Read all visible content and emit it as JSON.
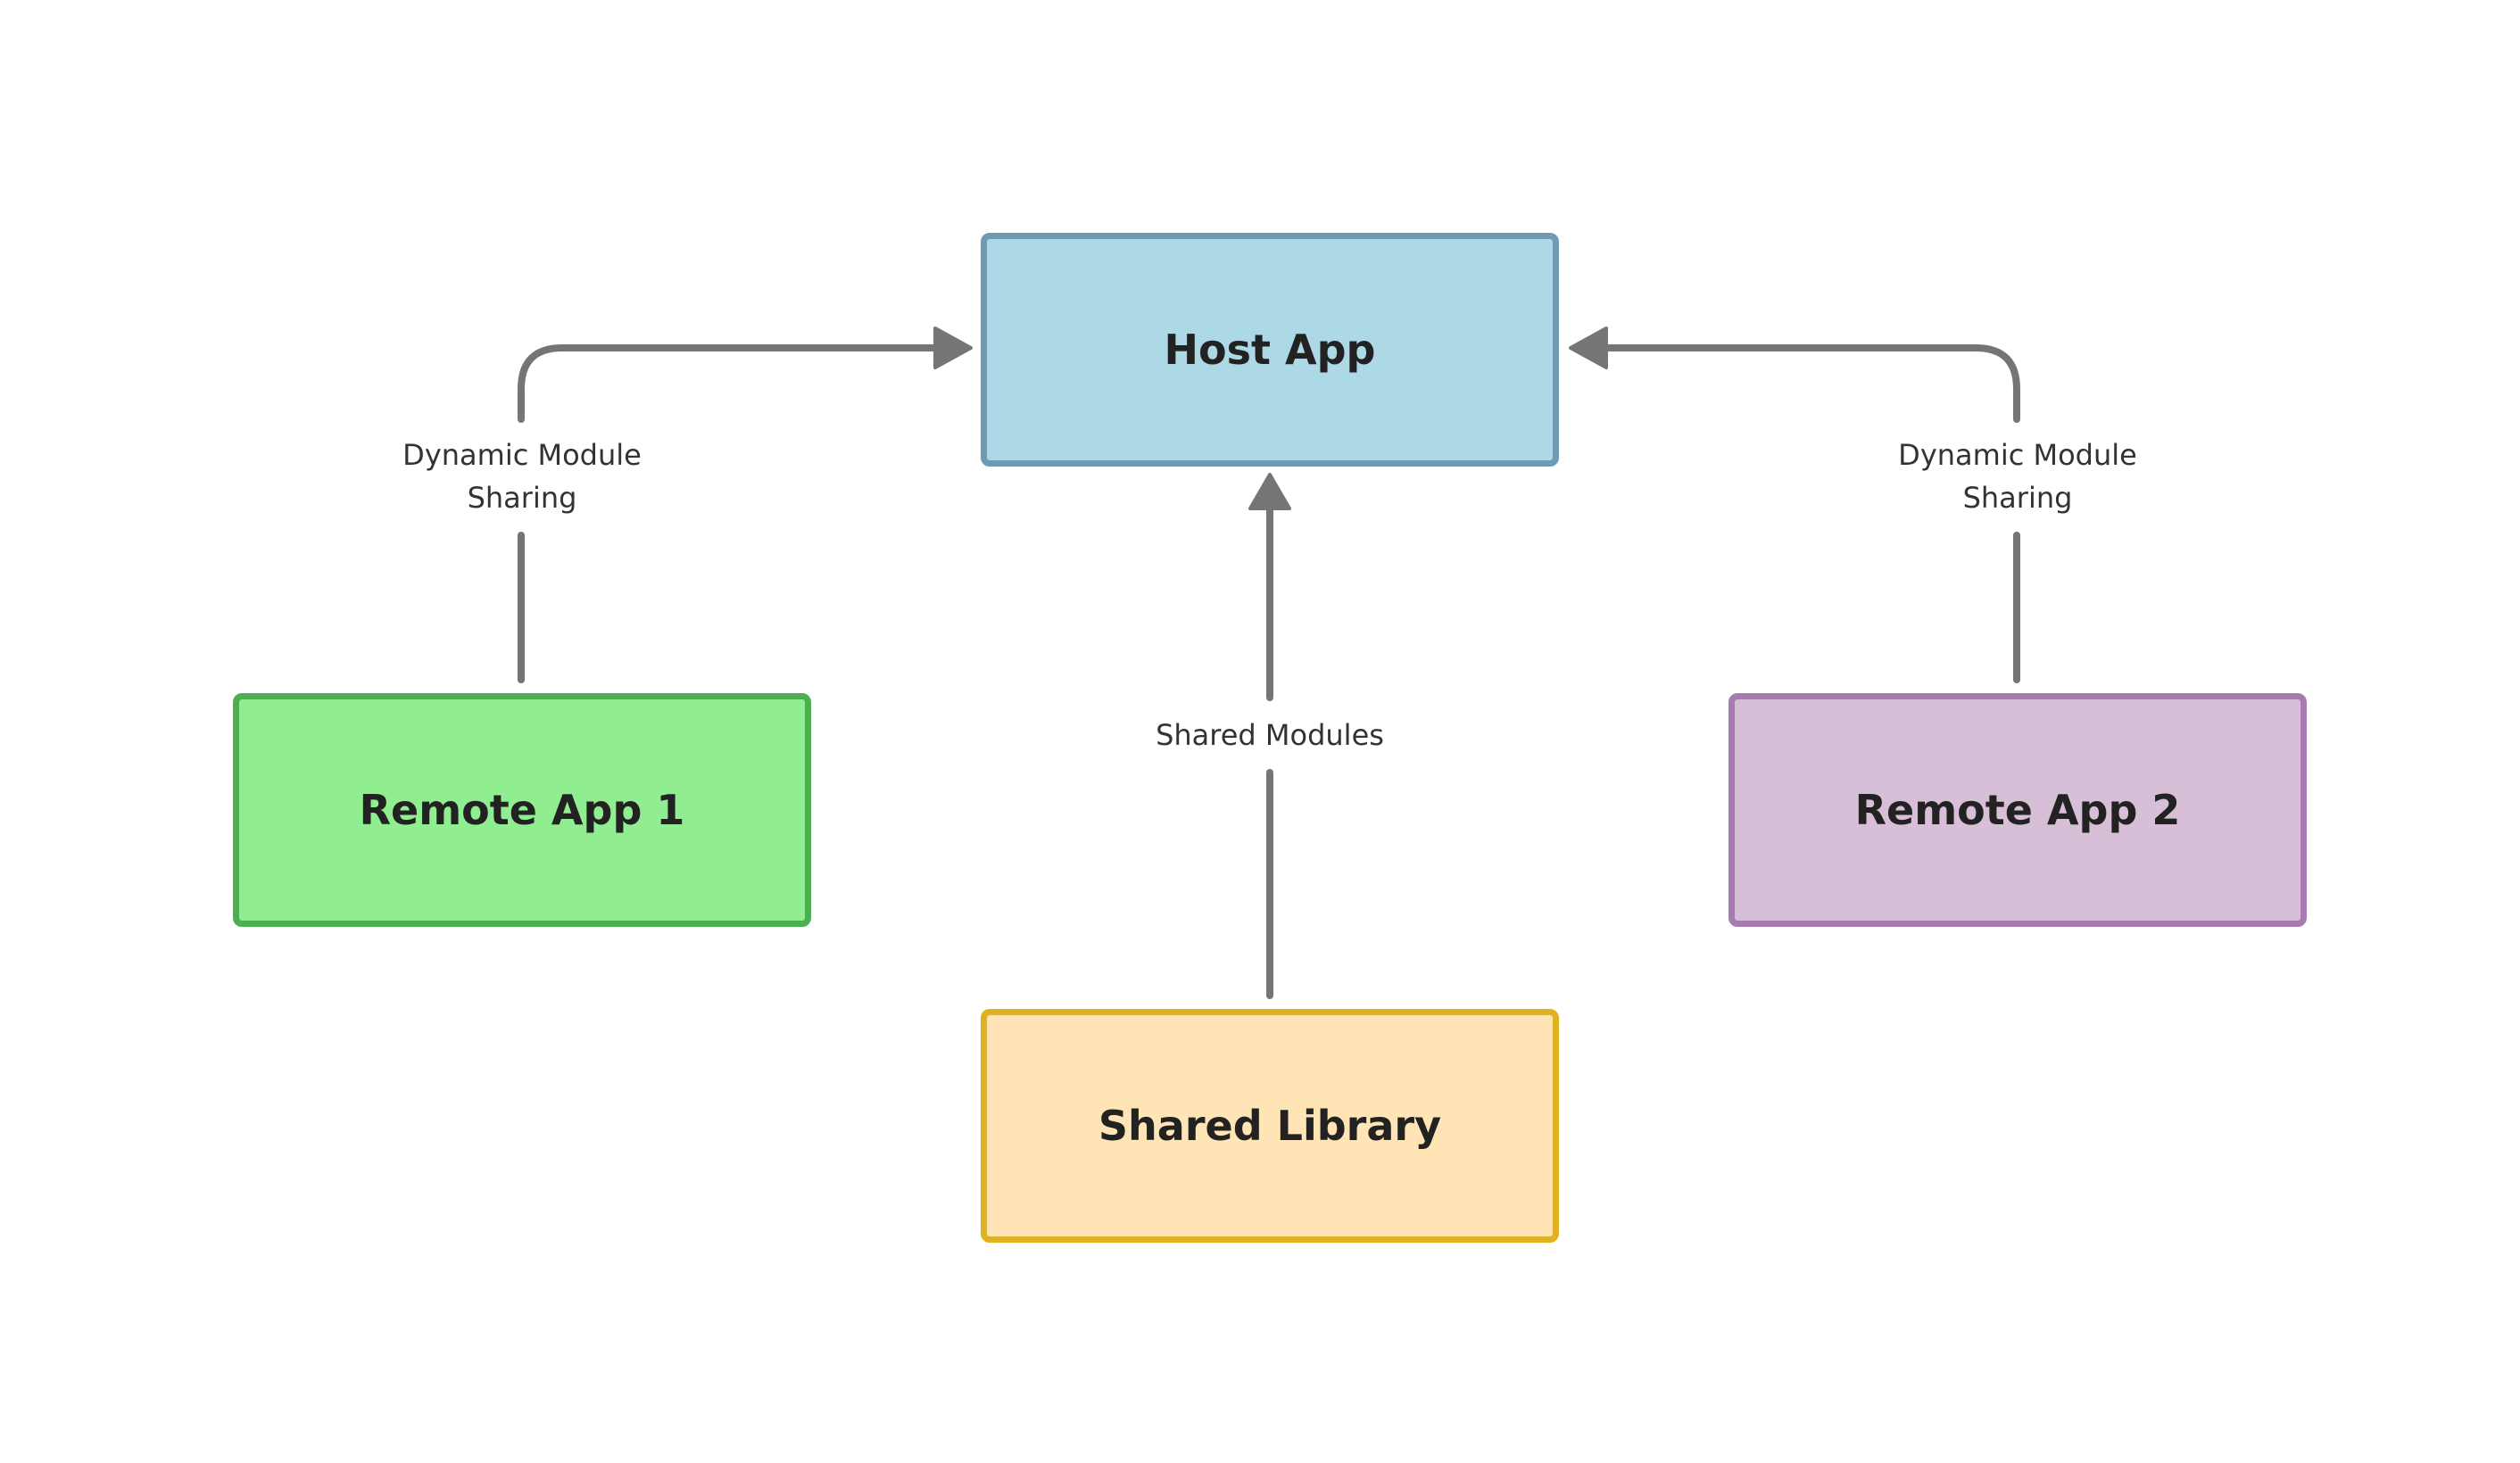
{
  "nodes": {
    "host": {
      "label": "Host App",
      "fill": "#ADD8E6",
      "stroke": "#6F9AB3"
    },
    "remote1": {
      "label": "Remote App 1",
      "fill": "#90EE90",
      "stroke": "#4CAF50"
    },
    "remote2": {
      "label": "Remote App 2",
      "fill": "#D8BFD8",
      "stroke": "#A87BB0"
    },
    "shared": {
      "label": "Shared Library",
      "fill": "#FFE4B5",
      "stroke": "#E0B21F"
    }
  },
  "edges": {
    "left": {
      "line1": "Dynamic Module",
      "line2": "Sharing"
    },
    "right": {
      "line1": "Dynamic Module",
      "line2": "Sharing"
    },
    "center": {
      "label": "Shared Modules"
    }
  },
  "colors": {
    "arrow": "#757575",
    "text": "#222222"
  }
}
